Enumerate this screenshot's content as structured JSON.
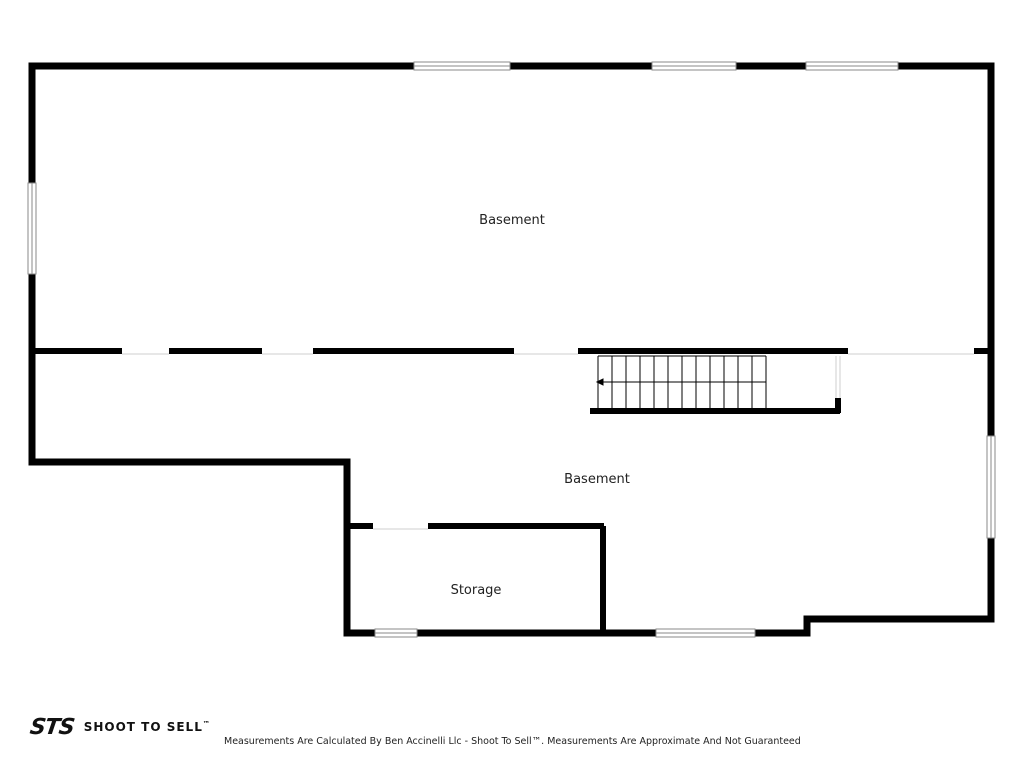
{
  "floor_plan": {
    "rooms": [
      {
        "id": "basement-upper",
        "label": "Basement"
      },
      {
        "id": "basement-lower",
        "label": "Basement"
      },
      {
        "id": "storage",
        "label": "Storage"
      }
    ]
  },
  "footer": {
    "logo_mark": "STS",
    "logo_text": "SHOOT TO SELL",
    "logo_tm": "™",
    "disclaimer": "Measurements Are Calculated By Ben Accinelli Llc - Shoot To Sell™. Measurements Are Approximate And Not Guaranteed"
  },
  "colors": {
    "wall": "#000000",
    "window": "#9a9a9a",
    "background": "#ffffff"
  }
}
